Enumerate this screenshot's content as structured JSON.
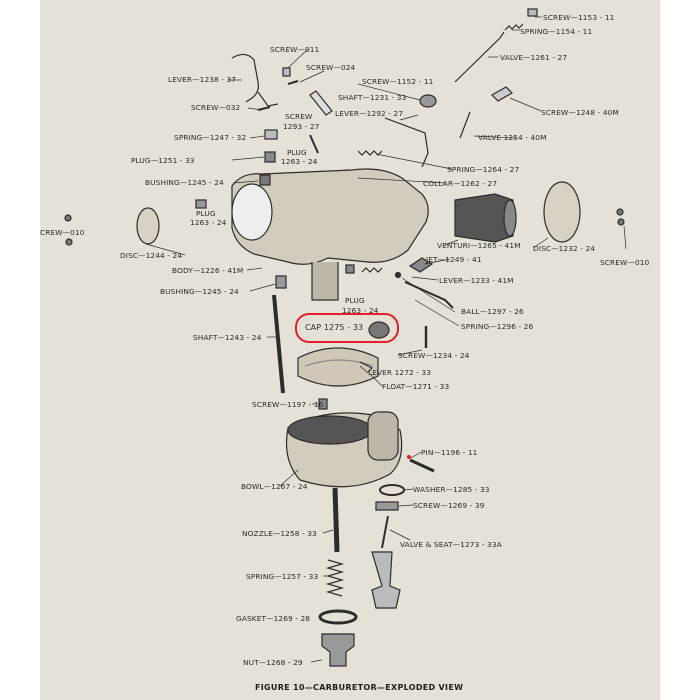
{
  "figure": {
    "caption": "FIGURE 10—CARBURETOR—EXPLODED VIEW",
    "highlight_color": "#e0212b",
    "paper_color": "#e6e1d6",
    "labels": {
      "screw_1153": "SCREW—1153 - 11",
      "spring_1154": "SPRING—1154 - 11",
      "valve_1261": "VALVE—1261 - 27",
      "screw_011_top": "SCREW—011",
      "screw_024": "SCREW—024",
      "lever_1238": "LEVER—1238 - 37",
      "screw_1152": "SCREW—1152 - 11",
      "shaft_1231": "SHAFT—1231 - 33",
      "screw_032": "SCREW—032",
      "lever_1292": "LEVER—1292 - 27",
      "screw_1248": "SCREW—1248 - 40M",
      "screw_1293_a": "SCREW",
      "screw_1293_b": "1293 - 27",
      "spring_1247": "SPRING—1247 - 32",
      "valve_1254": "VALVE   1254 - 40M",
      "plug_1263_top_a": "PLUG",
      "plug_1263_top_b": "1263 - 24",
      "plug_1251": "PLUG—1251 - 33",
      "spring_1264": "SPRING—1264 - 27",
      "bushing_1245_top": "BUSHING—1245 - 24",
      "collar_1262": "COLLAR—1262 - 27",
      "plug_1263_left_a": "PLUG",
      "plug_1263_left_b": "1263 - 24",
      "screw_010_left": "CREW—010",
      "venturi_1265": "VENTURI—1265 - 41M",
      "disc_1232": "DISC—1232 - 24",
      "disc_1244": "DISC—1244 - 24",
      "jet_1249": "JET—1249 - 41",
      "screw_010_right": "SCREW—010",
      "body_1226": "BODY—1226 - 41M",
      "lever_1233": "LEVER—1233 - 41M",
      "bushing_1245_bottom": "BUSHING—1245 - 24",
      "ball_1297": "BALL—1297 - 26",
      "plug_1263_mid_a": "PLUG",
      "plug_1263_mid_b": "1263 - 24",
      "spring_1296": "SPRING—1296 - 26",
      "cap_1275": "CAP    1275 - 33",
      "shaft_1243": "SHAFT—1243 - 24",
      "screw_1234": "SCREW—1234 - 24",
      "lever_1272": "LEVER    1272 - 33",
      "float_1271": "FLOAT—1271 - 33",
      "screw_1197": "SCREW—1197 - 16",
      "pin_1196": "PIN—1196 - 11",
      "bowl_1267": "BOWL—1267 - 24",
      "washer_1285": "WASHER—1285 - 33",
      "screw_1269": "SCREW—1269 - 39",
      "nozzle_1258": "NOZZLE—1258 - 33",
      "valve_seat_1273": "VALVE & SEAT—1273 - 33A",
      "spring_1257": "SPRING—1257 - 33",
      "gasket_1269": "GASKET—1269 - 28",
      "nut_1268": "NUT—1268 - 29"
    }
  }
}
